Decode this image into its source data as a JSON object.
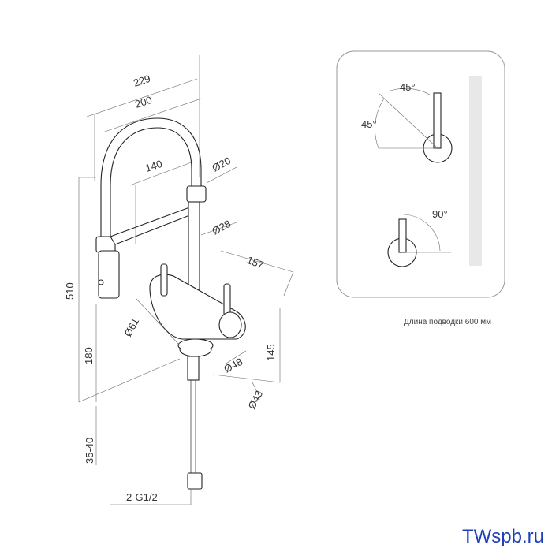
{
  "dimensions": {
    "d229": "229",
    "d200": "200",
    "d140": "140",
    "d20": "Ø20",
    "d28": "Ø28",
    "d157": "157",
    "d510": "510",
    "d180": "180",
    "d61": "Ø61",
    "d48": "Ø48",
    "d145": "145",
    "d43": "Ø43",
    "d3540": "35-40",
    "thread": "2-G1/2"
  },
  "panel": {
    "angle_top": "45°",
    "angle_side": "45°",
    "angle_bottom": "90°"
  },
  "caption": "Длина подводки 600 мм",
  "brand": "TWspb.ru",
  "colors": {
    "brand": "#1f3fb8",
    "line": "#333333",
    "panel_border": "#999999"
  }
}
